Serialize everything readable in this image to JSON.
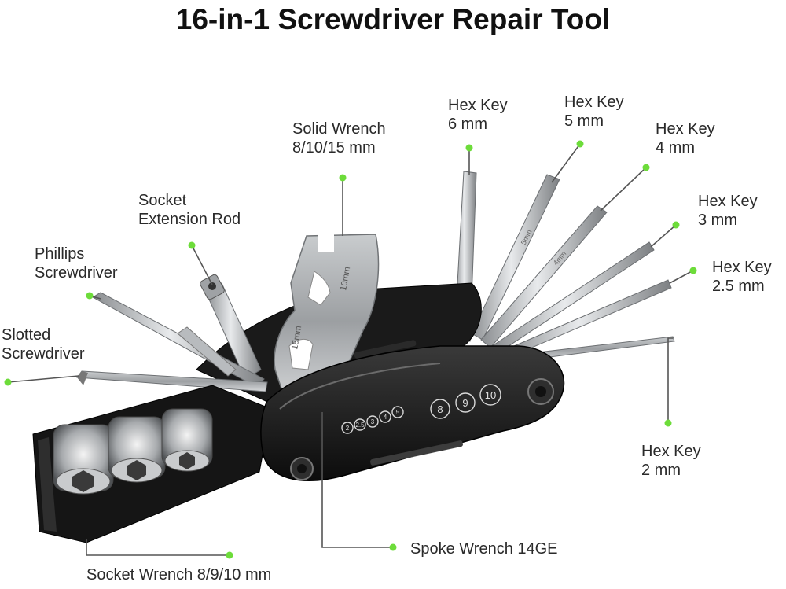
{
  "title": "16-in-1 Screwdriver Repair Tool",
  "labels": {
    "hex6": [
      "Hex Key",
      "6 mm"
    ],
    "hex5": [
      "Hex Key",
      "5 mm"
    ],
    "hex4": [
      "Hex Key",
      "4 mm"
    ],
    "hex3": [
      "Hex Key",
      "3 mm"
    ],
    "hex25": [
      "Hex Key",
      "2.5 mm"
    ],
    "hex2": [
      "Hex Key",
      "2 mm"
    ],
    "solid_wrench": [
      "Solid Wrench",
      "8/10/15 mm"
    ],
    "socket_ext": [
      "Socket",
      "Extension Rod"
    ],
    "phillips": [
      "Phillips",
      "Screwdriver"
    ],
    "slotted": [
      "Slotted",
      "Screwdriver"
    ],
    "spoke": "Spoke Wrench 14GE",
    "socket_wrench": "Socket Wrench 8/9/10 mm"
  },
  "tool_markings": {
    "wrench_10": "10mm",
    "wrench_15": "15mm",
    "hex_5": "5mm",
    "hex_4": "4mm",
    "spoke_sizes": [
      "2",
      "2.5",
      "3",
      "4",
      "5",
      "8",
      "9",
      "10"
    ]
  },
  "colors": {
    "accent_dot": "#6ddc3a",
    "leader_line": "#555555"
  }
}
